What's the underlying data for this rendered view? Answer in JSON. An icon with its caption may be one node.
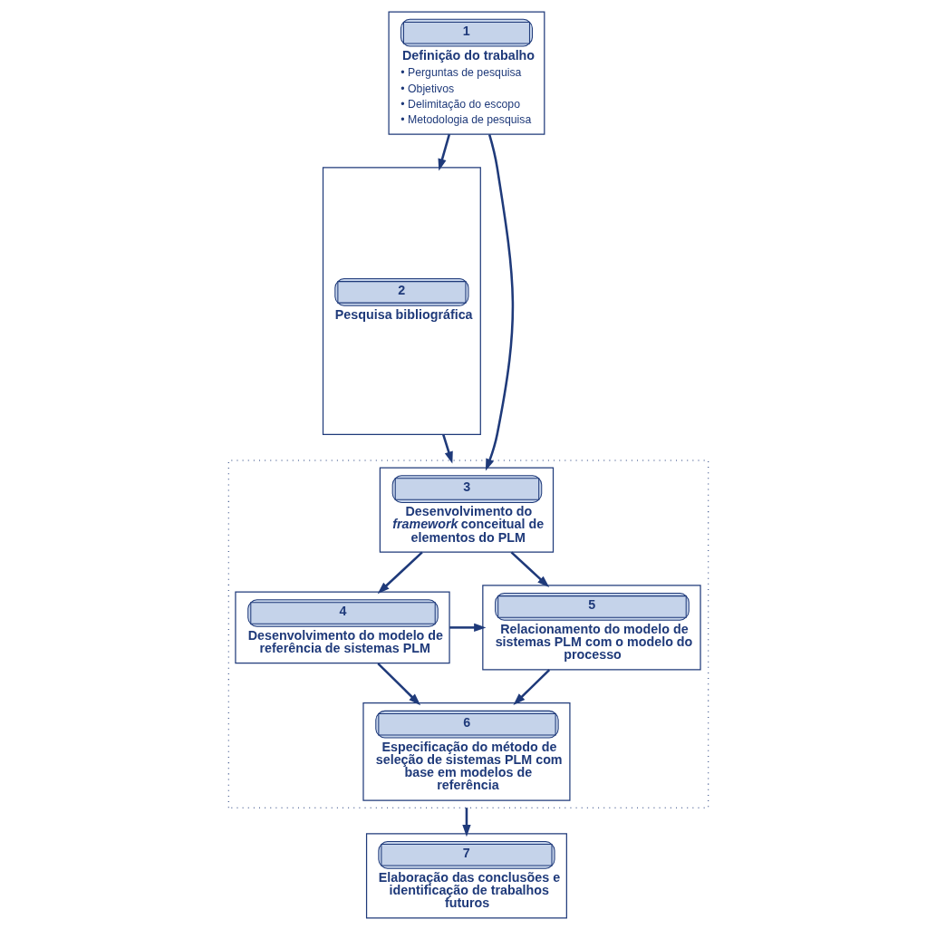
{
  "diagram": {
    "nodes": [
      {
        "text": [
          "1",
          "Definição do trabalho",
          "• Perguntas de pesquisa",
          "• Objetivos",
          "• Delimitação do escopo",
          "• Metodologia de pesquisa"
        ]
      },
      {
        "text": [
          "2",
          "Pesquisa bibliográfica"
        ]
      },
      {
        "text": [],
        "shape": "box"
      },
      {
        "text": [
          "3",
          "Desenvolvimento do *framework* conceitual de elementos do PLM"
        ],
        "in": 2
      },
      {
        "text": [
          "4",
          "Desenvolvimento do modelo de referência de sistemas PLM"
        ],
        "in": 2
      },
      {
        "text": [
          "5",
          "Relacionamento do modelo de sistemas PLM com o modelo do processo"
        ],
        "in": 2
      },
      {
        "text": [
          "6",
          "Especificação do método de seleção de sistemas PLM com base em modelos de referência"
        ],
        "in": 2
      },
      {
        "text": [
          "7",
          "Elaboração das conclusões e identificação de trabalhos futuros"
        ]
      }
    ],
    "edges": [
      {
        "from": 0,
        "to": 1,
        "arrow": "to"
      },
      {
        "from": 0,
        "to": 3,
        "arrow": "to"
      },
      {
        "from": 3,
        "to": 4,
        "arrow": "to"
      },
      {
        "from": 3,
        "to": 5,
        "arrow": "to"
      },
      {
        "from": 4,
        "to": 5,
        "arrow": "to"
      },
      {
        "from": 4,
        "to": 6,
        "arrow": "to"
      },
      {
        "from": 5,
        "to": 6,
        "arrow": "to"
      },
      {
        "from": 1,
        "to": 2,
        "arrow": "to"
      },
      {
        "from": 2,
        "to": 7,
        "arrow": "to"
      }
    ]
  }
}
